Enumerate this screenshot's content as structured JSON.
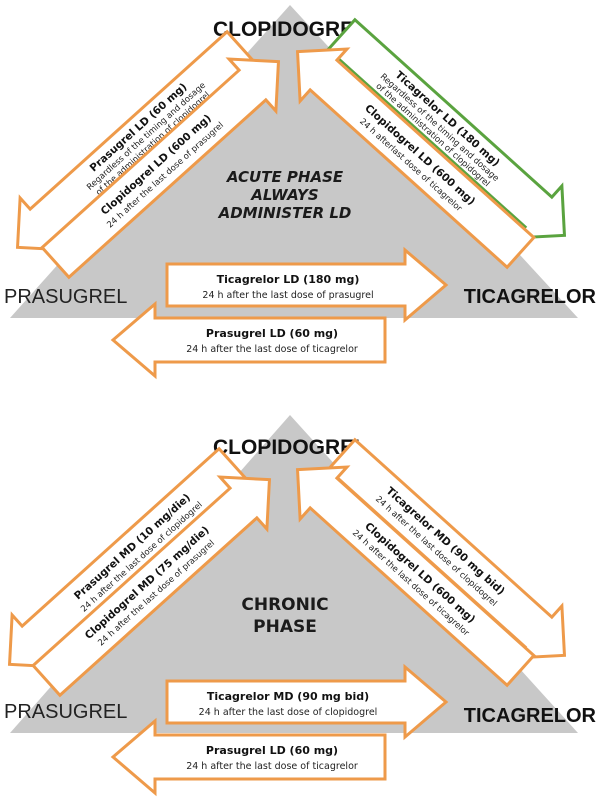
{
  "colors": {
    "triangle": "#c8c8c8",
    "orange": "#ee9a4a",
    "green": "#5aa33f",
    "arrow_fill": "#ffffff"
  },
  "acute": {
    "label_top": "CLOPIDOGREL",
    "label_left": "PRASUGREL",
    "label_right": "TICAGRELOR",
    "center": [
      "ACUTE PHASE",
      "ALWAYS",
      "ADMINISTER LD"
    ],
    "arrows": {
      "clop_to_pras": {
        "title": "Prasugrel LD (60 mg)",
        "sub1": "Regardless of the timing and dosage",
        "sub2": "of the administration of clopidogrel"
      },
      "pras_to_clop": {
        "title": "Clopidogrel LD (600 mg)",
        "sub1": "24 h after the last dose of prasugrel"
      },
      "clop_to_tica": {
        "title": "Ticagrelor LD (180 mg)",
        "sub1": "Regardless of the timing and dosage",
        "sub2": "of the administration of clopidogrel"
      },
      "tica_to_clop": {
        "title": "Clopidogrel LD (600 mg)",
        "sub1": "24 h afterlast dose of ticagrelor"
      },
      "pras_to_tica": {
        "title": "Ticagrelor LD (180 mg)",
        "sub1": "24 h after the last dose of prasugrel"
      },
      "tica_to_pras": {
        "title": "Prasugrel LD (60 mg)",
        "sub1": "24 h after the last dose of ticagrelor"
      }
    }
  },
  "chronic": {
    "label_top": "CLOPIDOGREL",
    "label_left": "PRASUGREL",
    "label_right": "TICAGRELOR",
    "center": [
      "CHRONIC",
      "PHASE"
    ],
    "arrows": {
      "clop_to_pras": {
        "title": "Prasugrel MD (10 mg/die)",
        "sub1": "24 h after the last dose of clopidogrel"
      },
      "pras_to_clop": {
        "title": "Clopidogrel MD (75 mg/die)",
        "sub1": "24 h after the last dose of prasugrel"
      },
      "clop_to_tica": {
        "title": "Ticagrelor MD (90 mg bid)",
        "sub1": "24 h after the last dose of clopidogrel"
      },
      "tica_to_clop": {
        "title": "Clopidogrel LD (600 mg)",
        "sub1": "24 h after the last dose of ticagrelor"
      },
      "pras_to_tica": {
        "title": "Ticagrelor MD (90 mg bid)",
        "sub1": "24 h after the last dose of clopidogrel"
      },
      "tica_to_pras": {
        "title": "Prasugrel LD (60 mg)",
        "sub1": "24 h after the last dose of ticagrelor"
      }
    }
  }
}
